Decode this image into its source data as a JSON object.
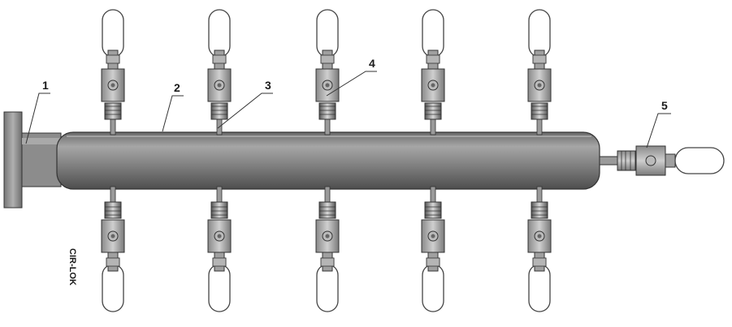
{
  "diagram": {
    "callouts": [
      {
        "id": "c1",
        "label": "1"
      },
      {
        "id": "c2",
        "label": "2"
      },
      {
        "id": "c3",
        "label": "3"
      },
      {
        "id": "c4",
        "label": "4"
      },
      {
        "id": "c5",
        "label": "5"
      }
    ],
    "brand_text": "CIR-LOK"
  },
  "colors": {
    "body_main": "#8c8c8c",
    "body_dark": "#5a5a5a",
    "body_light": "#bdbdbd",
    "valve_body": "#a8a8a8",
    "handle_outline": "#444444",
    "stroke": "#333333"
  }
}
